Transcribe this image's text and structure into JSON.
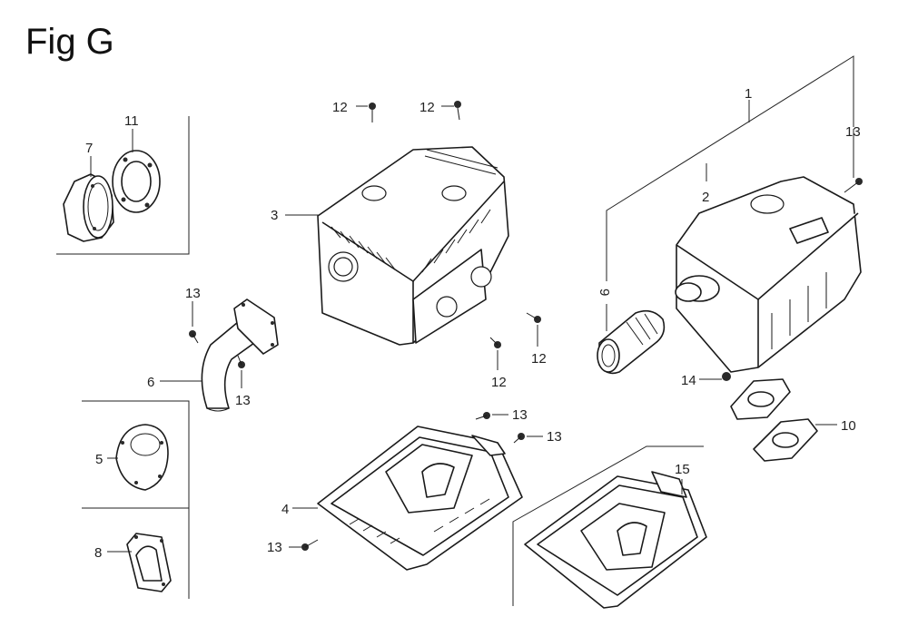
{
  "figure": {
    "title": "Fig G"
  },
  "callouts": {
    "c1": "1",
    "c2": "2",
    "c3": "3",
    "c4": "4",
    "c5": "5",
    "c6": "6",
    "c7": "7",
    "c8": "8",
    "c9": "9",
    "c10": "10",
    "c11": "11",
    "c12": "12",
    "c13": "13",
    "c14": "14",
    "c15": "15"
  }
}
